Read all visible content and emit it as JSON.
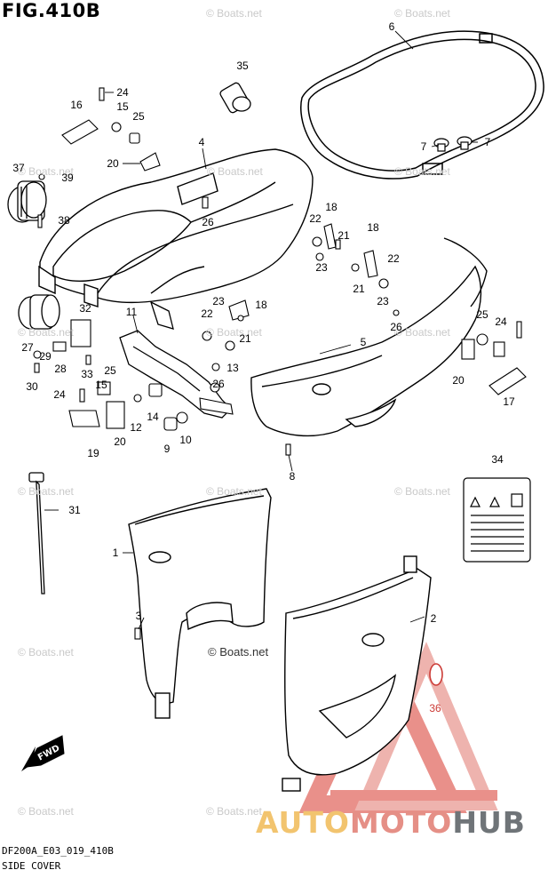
{
  "figure": {
    "title": "FIG.410B",
    "code": "DF200A_E03_019_410B",
    "name": "SIDE COVER"
  },
  "watermarks": {
    "text": "© Boats.net",
    "center_text": "© Boats.net"
  },
  "brand": {
    "part1": "AUTO",
    "part2": "MOTO",
    "part3": "HUB"
  },
  "fwd_label": "FWD",
  "callouts": [
    "1",
    "2",
    "3",
    "4",
    "5",
    "6",
    "7",
    "7",
    "8",
    "9",
    "10",
    "11",
    "12",
    "13",
    "14",
    "15",
    "15",
    "16",
    "17",
    "18",
    "18",
    "18",
    "19",
    "20",
    "20",
    "20",
    "21",
    "21",
    "21",
    "22",
    "22",
    "22",
    "23",
    "23",
    "23",
    "24",
    "24",
    "24",
    "25",
    "25",
    "25",
    "26",
    "26",
    "26",
    "27",
    "28",
    "29",
    "30",
    "31",
    "32",
    "33",
    "34",
    "35",
    "36",
    "37",
    "38",
    "39"
  ],
  "colors": {
    "line": "#000000",
    "accent_red": "#cc3b36",
    "watermark": "#c9c9c9",
    "brand_yellow": "#f2c46f",
    "brand_red": "#e58f86",
    "brand_gray": "#6f7478"
  }
}
